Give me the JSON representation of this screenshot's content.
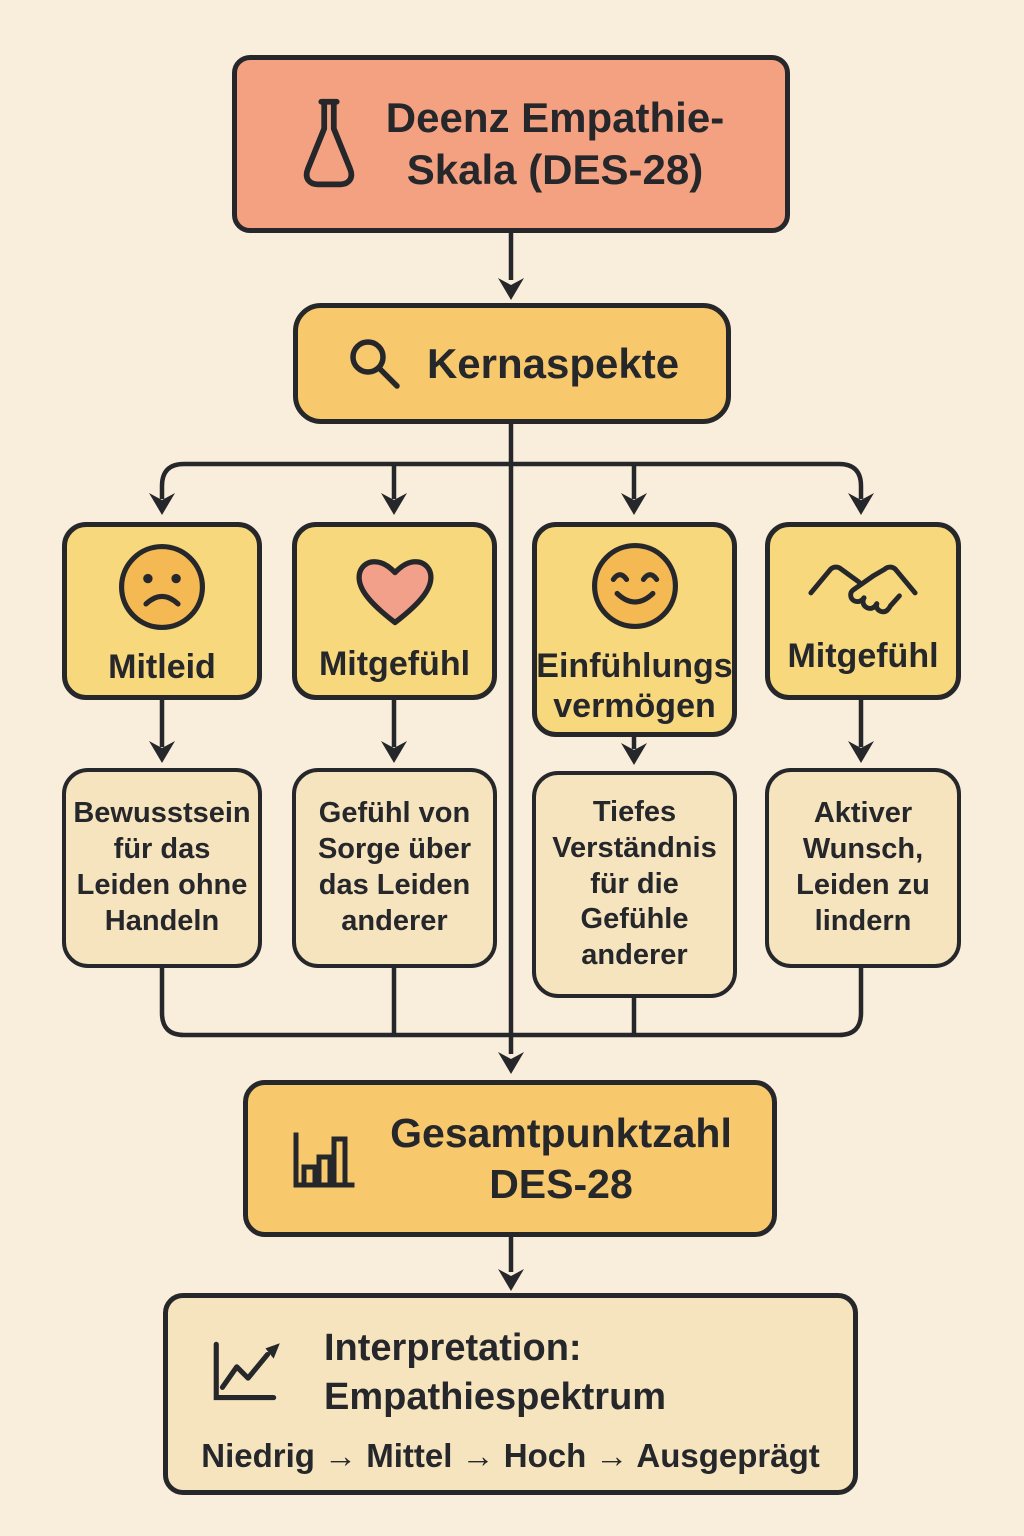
{
  "title_node": {
    "label": "Deenz Empathie-\nSkala (DES-28)",
    "icon": "flask-icon"
  },
  "core_node": {
    "label": "Kernaspekte",
    "icon": "search-icon"
  },
  "branches": [
    {
      "label": "Mitleid",
      "icon": "sad-face-icon",
      "description": "Bewusstsein\nfür das\nLeiden ohne\nHandeln"
    },
    {
      "label": "Mitgefühl",
      "icon": "heart-icon",
      "description": "Gefühl von\nSorge über\ndas Leiden\nanderer"
    },
    {
      "label": "Einfühlungs\nvermögen",
      "icon": "happy-face-icon",
      "description": "Tiefes\nVerständnis\nfür die\nGefühle\nanderer"
    },
    {
      "label": "Mitgefühl",
      "icon": "handshake-icon",
      "description": "Aktiver\nWunsch,\nLeiden zu\nlindern"
    }
  ],
  "score_node": {
    "label": "Gesamtpunktzahl\nDES-28",
    "icon": "bar-chart-icon"
  },
  "interpretation_node": {
    "title": "Interpretation:\nEmpathiespektrum",
    "spectrum": "Niedrig → Mittel → Hoch → Ausgeprägt",
    "icon": "line-chart-icon"
  },
  "colors": {
    "background": "#f9eddb",
    "title_box": "#f4a181",
    "amber_box": "#f7c96c",
    "category_box": "#f8d87d",
    "cream_box": "#f6e4bf",
    "outline_and_text": "#26272b",
    "face_icon_fill": "#f5b954",
    "heart_icon_fill": "#f2a089"
  }
}
